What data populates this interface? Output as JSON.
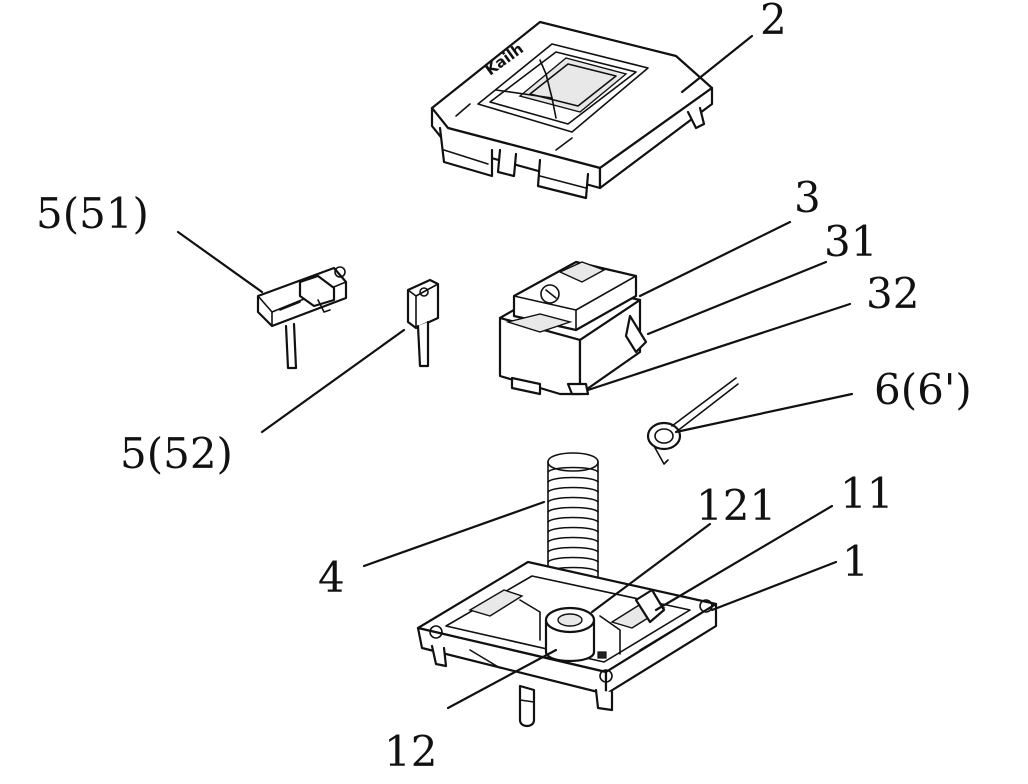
{
  "figure": {
    "housing_brand": "Kailh",
    "callouts": [
      {
        "id": "2",
        "text": "2"
      },
      {
        "id": "5-51",
        "text": "5(51)"
      },
      {
        "id": "3",
        "text": "3"
      },
      {
        "id": "31",
        "text": "31"
      },
      {
        "id": "32",
        "text": "32"
      },
      {
        "id": "6",
        "text": "6(6')"
      },
      {
        "id": "5-52",
        "text": "5(52)"
      },
      {
        "id": "121",
        "text": "121"
      },
      {
        "id": "11",
        "text": "11"
      },
      {
        "id": "4",
        "text": "4"
      },
      {
        "id": "1",
        "text": "1"
      },
      {
        "id": "12",
        "text": "12"
      }
    ]
  }
}
